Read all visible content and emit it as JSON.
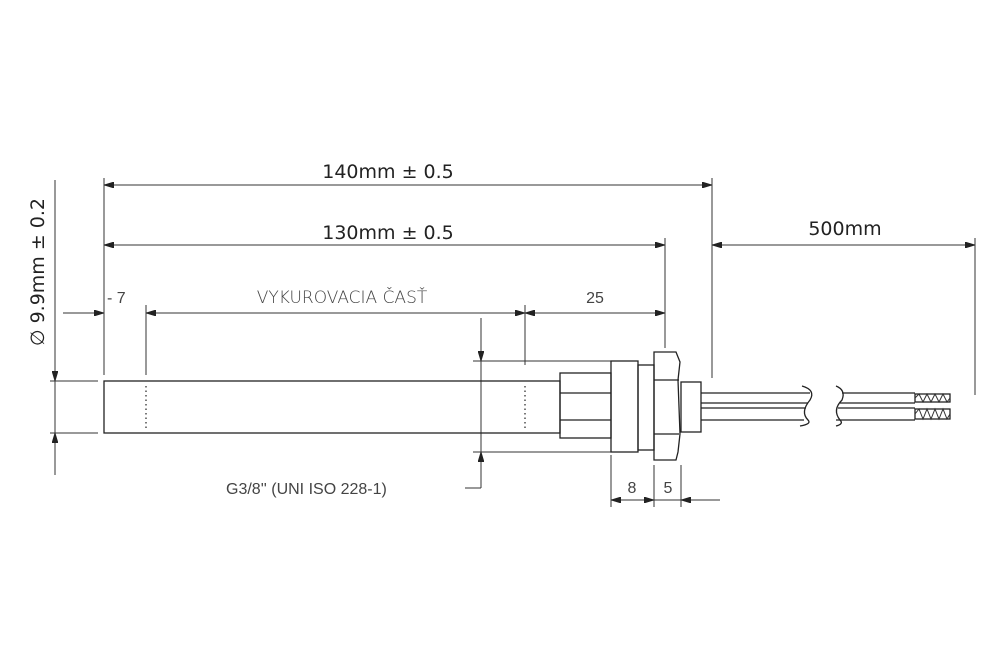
{
  "title": "Heating cartridge dimensional drawing",
  "dimensions": {
    "overall_length": "140mm ± 0.5",
    "body_length": "130mm ± 0.5",
    "cable_length": "500mm",
    "diameter": "∅ 9.9mm ± 0.2",
    "unheated_tip": "- 7",
    "heating_part": "VYKUROVACIA ČASŤ",
    "unheated_end": "25",
    "thread": "G3/8'' (UNI ISO 228-1)",
    "washer_width": "8",
    "nut_width": "5"
  }
}
